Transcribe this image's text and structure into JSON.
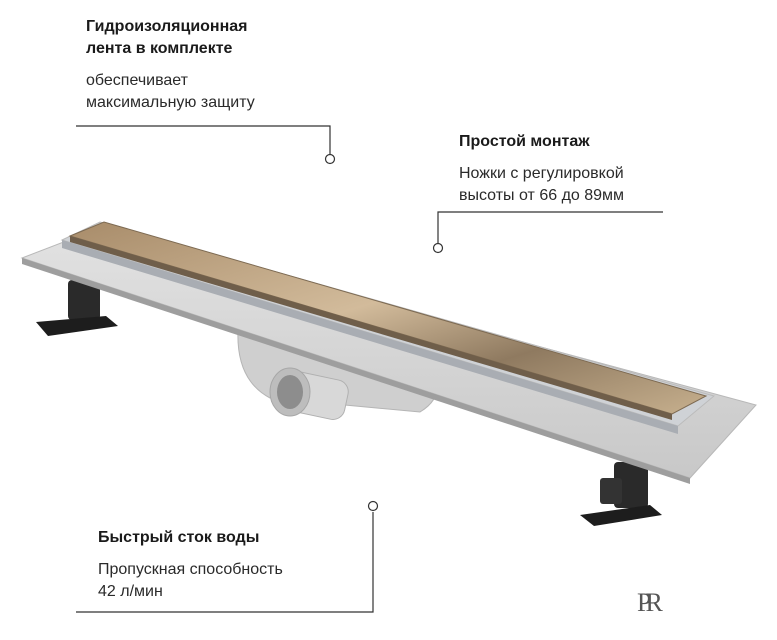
{
  "features": [
    {
      "title_line1": "Гидроизоляционная",
      "title_line2": "лента в комплекте",
      "desc_line1": "обеспечивает",
      "desc_line2": "максимальную защиту"
    },
    {
      "title_line1": "Простой монтаж",
      "desc_line1": "Ножки с регулировкой",
      "desc_line2": "высоты от 66 до 89мм"
    },
    {
      "title_line1": "Быстрый сток воды",
      "desc_line1": "Пропускная способность",
      "desc_line2": "42 л/мин"
    }
  ],
  "colors": {
    "background": "#ffffff",
    "text": "#1c1c1c",
    "callout_line": "#333333",
    "tray": "#d7d7d7",
    "grate": "#b59a7a"
  },
  "logo_text": "PR"
}
